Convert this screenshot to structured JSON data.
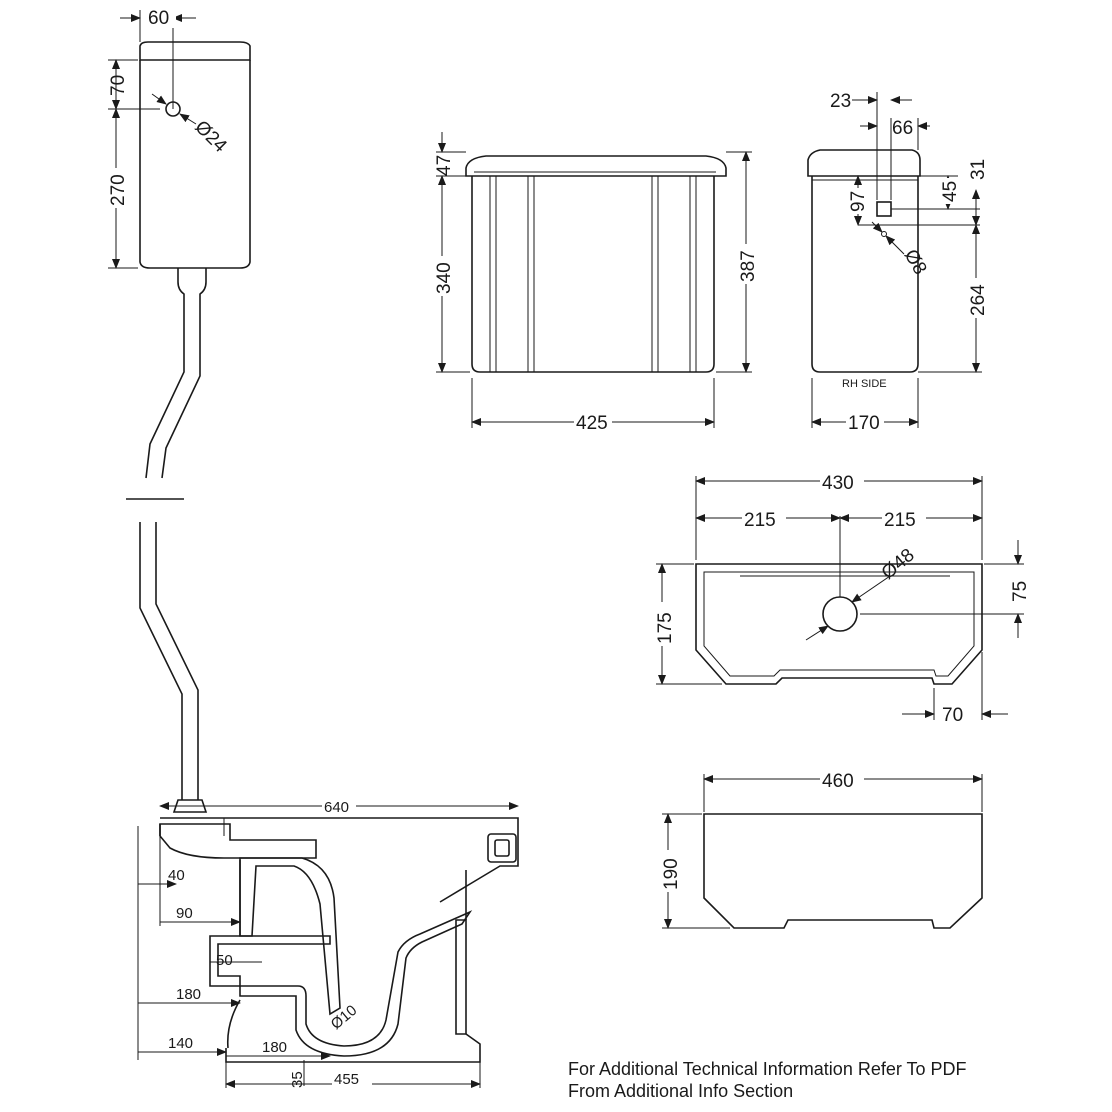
{
  "dimensions": {
    "cistern_side_left": {
      "offset": "60",
      "top": "70",
      "outlet_dia": "Ø24",
      "height": "270"
    },
    "cistern_front": {
      "lid": "47",
      "body_height": "340",
      "total_height": "387",
      "width": "425"
    },
    "cistern_rh_side": {
      "label": "RH SIDE",
      "a": "23",
      "b": "66",
      "c": "31",
      "d": "45",
      "e": "97",
      "dia": "Ø8",
      "height": "264",
      "depth": "170"
    },
    "cistern_top": {
      "width": "430",
      "half_left": "215",
      "half_right": "215",
      "hole_dia": "Ø48",
      "depth": "175",
      "hole_offset": "75",
      "corner": "70"
    },
    "cistern_base": {
      "width": "460",
      "height": "190"
    },
    "pan": {
      "length": "640",
      "d40": "40",
      "d90": "90",
      "d50": "50",
      "d180a": "180",
      "d140": "140",
      "d180b": "180",
      "d35": "35",
      "d455": "455",
      "dia10": "Ø10"
    }
  },
  "note": {
    "line1": "For Additional Technical Information Refer To PDF",
    "line2": "From Additional Info Section"
  }
}
